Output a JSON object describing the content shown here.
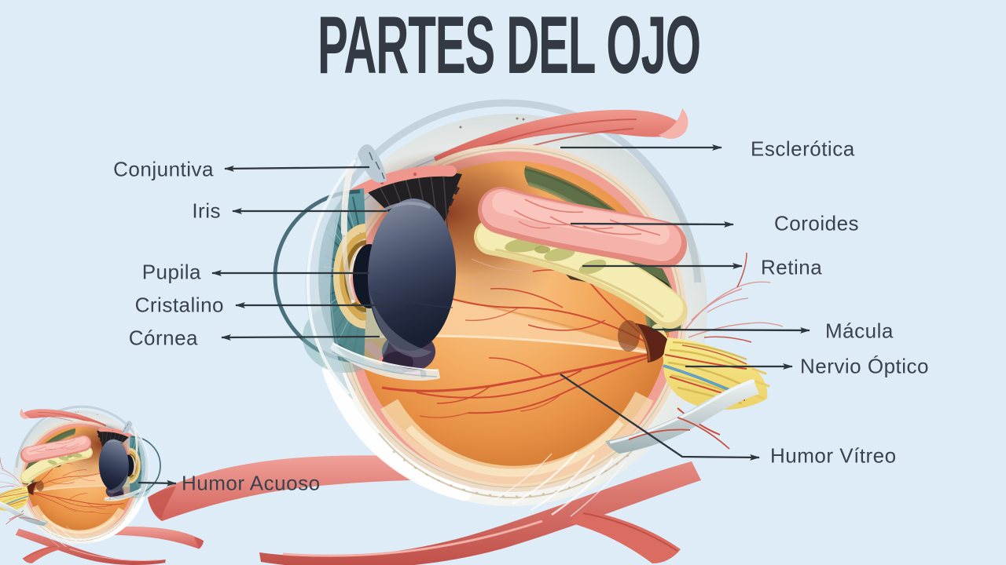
{
  "title": "PARTES DEL OJO",
  "colors": {
    "bg": "#deecf8",
    "title": "#333a43",
    "label": "#3a434d",
    "arrow": "#2e363d"
  },
  "labels": {
    "conjuntiva": "Conjuntiva",
    "iris": "Iris",
    "pupila": "Pupila",
    "cristalino": "Cristalino",
    "cornea": "Córnea",
    "esclerotica": "Esclerótica",
    "coroides": "Coroides",
    "retina": "Retina",
    "macula": "Mácula",
    "nervio_optico": "Nervio Óptico",
    "humor_vitreo": "Humor Vítreo",
    "humor_acuoso": "Humor Acuoso"
  },
  "illustrations": {
    "main": "eye-cross-section-large",
    "small": "eye-cross-section-small-mirrored"
  }
}
